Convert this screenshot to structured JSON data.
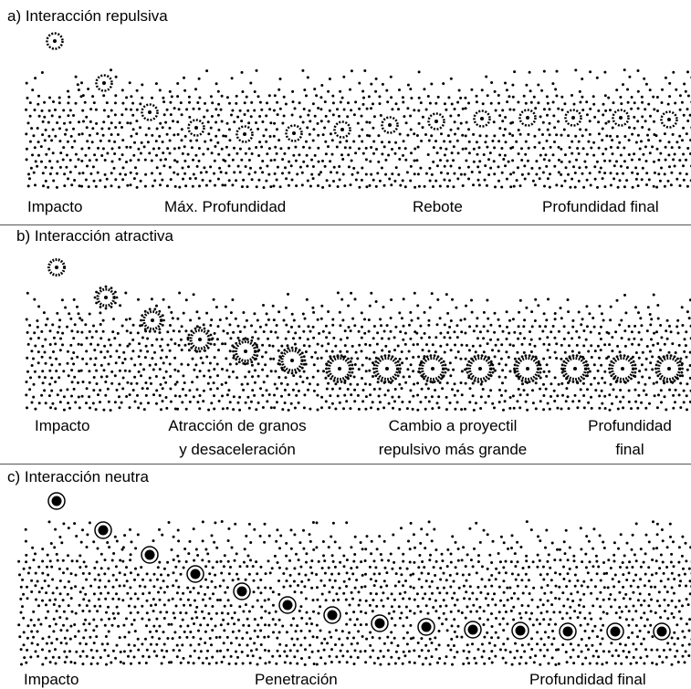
{
  "panels": [
    {
      "id": "a",
      "title": "a) Interacción repulsiva",
      "projectile_style": "repulsive",
      "steps": 14,
      "labels": [
        "Impacto",
        "Máx. Profundidad",
        "Rebote",
        "Profundidad final"
      ]
    },
    {
      "id": "b",
      "title": "b) Interacción atractiva",
      "projectile_style": "attractive",
      "steps": 14,
      "labels": [
        "Impacto",
        "Atracción de granos",
        "y  desaceleración",
        "Cambio a proyectil",
        "repulsivo más grande",
        "Profundidad",
        "final"
      ]
    },
    {
      "id": "c",
      "title": "c) Interacción neutra",
      "projectile_style": "neutral",
      "steps": 14,
      "labels": [
        "Impacto",
        "Penetración",
        "Profundidad final"
      ]
    }
  ],
  "colors": {
    "grain": "#000000",
    "projectile_ring": "#000000",
    "background": "#ffffff",
    "divider": "#555555"
  }
}
